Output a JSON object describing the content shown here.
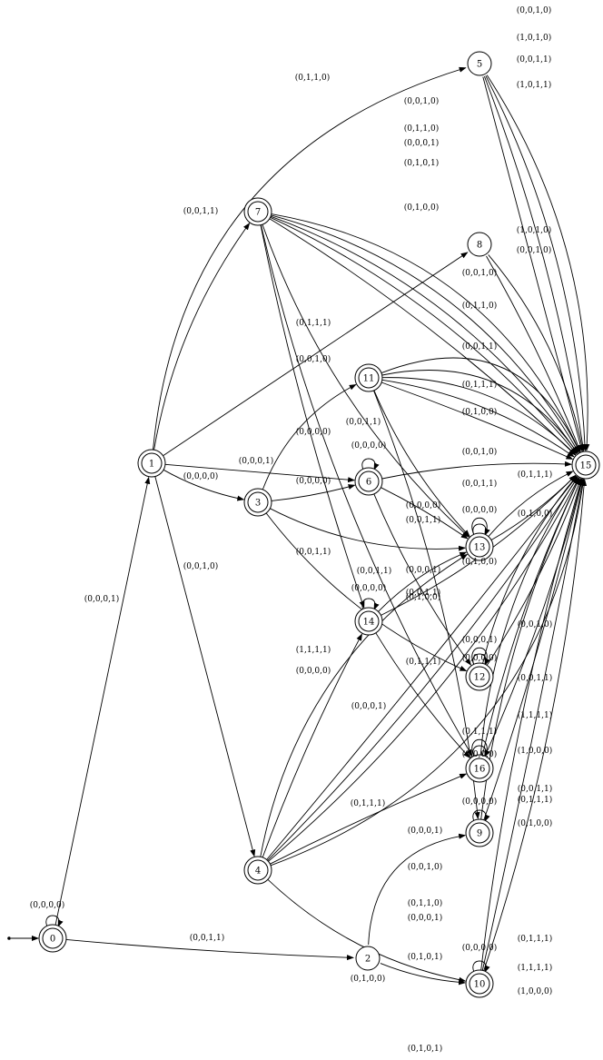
{
  "diagram": {
    "type": "finite-state-automaton",
    "initial_state": "0",
    "states": [
      {
        "id": "0",
        "label": "0",
        "accepting": true
      },
      {
        "id": "1",
        "label": "1",
        "accepting": true
      },
      {
        "id": "2",
        "label": "2",
        "accepting": false
      },
      {
        "id": "3",
        "label": "3",
        "accepting": true
      },
      {
        "id": "4",
        "label": "4",
        "accepting": true
      },
      {
        "id": "5",
        "label": "5",
        "accepting": false
      },
      {
        "id": "6",
        "label": "6",
        "accepting": true
      },
      {
        "id": "7",
        "label": "7",
        "accepting": true
      },
      {
        "id": "8",
        "label": "8",
        "accepting": false
      },
      {
        "id": "9",
        "label": "9",
        "accepting": true
      },
      {
        "id": "10",
        "label": "10",
        "accepting": true
      },
      {
        "id": "11",
        "label": "11",
        "accepting": true
      },
      {
        "id": "12",
        "label": "12",
        "accepting": true
      },
      {
        "id": "13",
        "label": "13",
        "accepting": true
      },
      {
        "id": "14",
        "label": "14",
        "accepting": true
      },
      {
        "id": "15",
        "label": "15",
        "accepting": true
      },
      {
        "id": "16",
        "label": "16",
        "accepting": true
      }
    ],
    "transitions": [
      {
        "from": "0",
        "to": "0",
        "label": "(0,0,0,0)"
      },
      {
        "from": "0",
        "to": "1",
        "label": "(0,0,0,1)"
      },
      {
        "from": "0",
        "to": "2",
        "label": "(0,0,1,1)"
      },
      {
        "from": "1",
        "to": "5",
        "label": "(0,1,1,0)"
      },
      {
        "from": "1",
        "to": "7",
        "label": "(0,0,1,1)"
      },
      {
        "from": "1",
        "to": "8",
        "label": "(0,1,1,1)"
      },
      {
        "from": "1",
        "to": "6",
        "label": "(0,0,0,1)"
      },
      {
        "from": "1",
        "to": "3",
        "label": "(0,0,0,0)"
      },
      {
        "from": "1",
        "to": "4",
        "label": "(0,0,1,0)"
      },
      {
        "from": "5",
        "to": "15",
        "label": "(0,0,1,0)"
      },
      {
        "from": "5",
        "to": "15",
        "label": "(1,0,1,0)"
      },
      {
        "from": "5",
        "to": "15",
        "label": "(0,0,1,1)"
      },
      {
        "from": "5",
        "to": "15",
        "label": "(1,0,1,1)"
      },
      {
        "from": "7",
        "to": "15",
        "label": "(0,0,1,0)"
      },
      {
        "from": "7",
        "to": "15",
        "label": "(0,1,1,0)"
      },
      {
        "from": "7",
        "to": "15",
        "label": "(0,0,0,1)"
      },
      {
        "from": "7",
        "to": "15",
        "label": "(0,1,0,1)"
      },
      {
        "from": "7",
        "to": "15",
        "label": "(0,1,0,0)"
      },
      {
        "from": "7",
        "to": "14",
        "label": "(0,0,0,0)"
      },
      {
        "from": "7",
        "to": "13",
        "label": "(0,0,1,1)"
      },
      {
        "from": "7",
        "to": "16",
        "label": "(1,1,1,1)"
      },
      {
        "from": "8",
        "to": "15",
        "label": "(1,0,1,0)"
      },
      {
        "from": "8",
        "to": "15",
        "label": "(0,0,1,0)"
      },
      {
        "from": "11",
        "to": "15",
        "label": "(0,0,1,0)"
      },
      {
        "from": "11",
        "to": "15",
        "label": "(0,1,1,0)"
      },
      {
        "from": "11",
        "to": "15",
        "label": "(0,0,1,1)"
      },
      {
        "from": "11",
        "to": "15",
        "label": "(0,1,1,1)"
      },
      {
        "from": "11",
        "to": "15",
        "label": "(0,1,0,0)"
      },
      {
        "from": "11",
        "to": "13",
        "label": "(0,0,0,0)"
      },
      {
        "from": "11",
        "to": "9",
        "label": "(0,1,0,0)"
      },
      {
        "from": "3",
        "to": "11",
        "label": "(0,0,1,0)"
      },
      {
        "from": "3",
        "to": "6",
        "label": "(0,0,0,0)"
      },
      {
        "from": "3",
        "to": "13",
        "label": "(0,0,1,1)"
      },
      {
        "from": "3",
        "to": "12",
        "label": "(0,0,0,1)"
      },
      {
        "from": "6",
        "to": "6",
        "label": "(0,0,0,0)"
      },
      {
        "from": "6",
        "to": "15",
        "label": "(0,0,1,0)"
      },
      {
        "from": "6",
        "to": "13",
        "label": "(0,0,1,1)"
      },
      {
        "from": "6",
        "to": "12",
        "label": "(0,0,0,1)"
      },
      {
        "from": "13",
        "to": "13",
        "label": "(0,0,1,1)"
      },
      {
        "from": "13",
        "to": "13",
        "label": "(0,0,0,0)"
      },
      {
        "from": "13",
        "to": "15",
        "label": "(0,1,1,1)"
      },
      {
        "from": "13",
        "to": "15",
        "label": "(0,1,0,0)"
      },
      {
        "from": "14",
        "to": "14",
        "label": "(0,0,0,0)"
      },
      {
        "from": "14",
        "to": "13",
        "label": "(0,0,1,1)"
      },
      {
        "from": "14",
        "to": "15",
        "label": "(0,1,0,0)"
      },
      {
        "from": "14",
        "to": "16",
        "label": "(0,1,1,1)"
      },
      {
        "from": "4",
        "to": "13",
        "label": "(0,0,1,1)"
      },
      {
        "from": "4",
        "to": "14",
        "label": "(0,0,0,0)"
      },
      {
        "from": "4",
        "to": "16",
        "label": "(0,1,1,1)"
      },
      {
        "from": "4",
        "to": "15",
        "label": "(0,0,1,0)"
      },
      {
        "from": "4",
        "to": "15",
        "label": "(0,1,1,0)"
      },
      {
        "from": "4",
        "to": "15",
        "label": "(0,0,0,1)"
      },
      {
        "from": "4",
        "to": "10",
        "label": "(0,1,0,0)"
      },
      {
        "from": "4",
        "to": "15",
        "label": "(0,1,0,1)"
      },
      {
        "from": "12",
        "to": "12",
        "label": "(0,0,0,1)"
      },
      {
        "from": "12",
        "to": "12",
        "label": "(0,0,0,0)"
      },
      {
        "from": "12",
        "to": "15",
        "label": "(0,0,1,0)"
      },
      {
        "from": "12",
        "to": "15",
        "label": "(0,0,1,1)"
      },
      {
        "from": "16",
        "to": "16",
        "label": "(0,1,1,1)"
      },
      {
        "from": "16",
        "to": "16",
        "label": "(0,0,0,0)"
      },
      {
        "from": "16",
        "to": "15",
        "label": "(1,1,1,1)"
      },
      {
        "from": "16",
        "to": "15",
        "label": "(1,0,0,0)"
      },
      {
        "from": "16",
        "to": "15",
        "label": "(0,0,1,1)"
      },
      {
        "from": "9",
        "to": "9",
        "label": "(0,0,0,0)"
      },
      {
        "from": "9",
        "to": "15",
        "label": "(0,1,1,1)"
      },
      {
        "from": "9",
        "to": "15",
        "label": "(0,1,0,0)"
      },
      {
        "from": "2",
        "to": "9",
        "label": "(0,0,0,1)"
      },
      {
        "from": "2",
        "to": "10",
        "label": "(0,1,0,1)"
      },
      {
        "from": "10",
        "to": "10",
        "label": "(0,0,0,0)"
      },
      {
        "from": "10",
        "to": "15",
        "label": "(0,1,1,1)"
      },
      {
        "from": "10",
        "to": "15",
        "label": "(1,1,1,1)"
      },
      {
        "from": "10",
        "to": "15",
        "label": "(1,0,0,0)"
      }
    ]
  }
}
